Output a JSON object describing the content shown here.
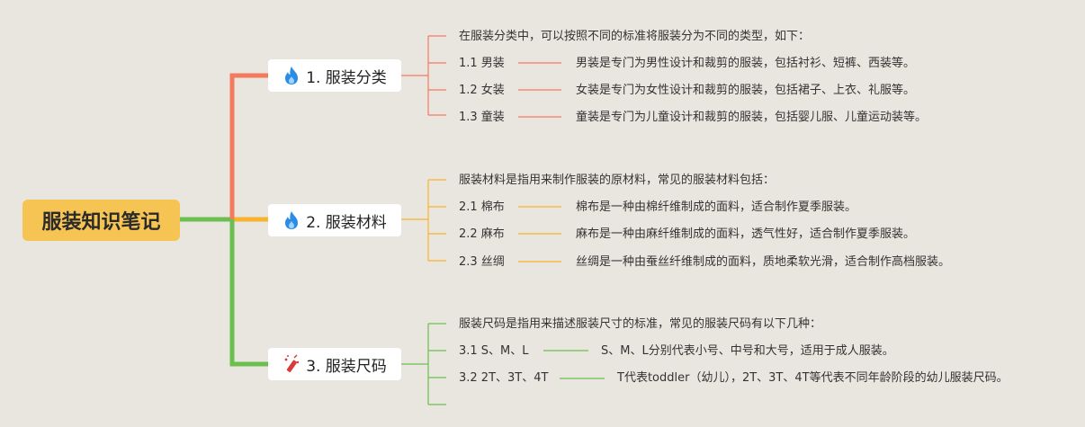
{
  "root": {
    "label": "服装知识笔记"
  },
  "branches": [
    {
      "label": "1. 服装分类",
      "icon": "fire-icon",
      "color": "#f47a5e",
      "intro": "在服装分类中，可以按照不同的标准将服装分为不同的类型，如下：",
      "items": [
        {
          "label": "1.1 男装",
          "desc": "男装是专门为男性设计和裁剪的服装，包括衬衫、短裤、西装等。"
        },
        {
          "label": "1.2 女装",
          "desc": "女装是专门为女性设计和裁剪的服装，包括裙子、上衣、礼服等。"
        },
        {
          "label": "1.3 童装",
          "desc": "童装是专门为儿童设计和裁剪的服装，包括婴儿服、儿童运动装等。"
        }
      ]
    },
    {
      "label": "2. 服装材料",
      "icon": "fire-icon",
      "color": "#f7b42c",
      "intro": "服装材料是指用来制作服装的原材料，常见的服装材料包括：",
      "items": [
        {
          "label": "2.1 棉布",
          "desc": "棉布是一种由棉纤维制成的面料，适合制作夏季服装。"
        },
        {
          "label": "2.2 麻布",
          "desc": "麻布是一种由麻纤维制成的面料，透气性好，适合制作夏季服装。"
        },
        {
          "label": "2.3 丝绸",
          "desc": "丝绸是一种由蚕丝纤维制成的面料，质地柔软光滑，适合制作高档服装。"
        }
      ]
    },
    {
      "label": "3. 服装尺码",
      "icon": "firecracker-icon",
      "color": "#6bbf4e",
      "intro": "服装尺码是指用来描述服装尺寸的标准，常见的服装尺码有以下几种：",
      "items": [
        {
          "label": "3.1 S、M、L",
          "desc": "S、M、L分别代表小号、中号和大号，适用于成人服装。"
        },
        {
          "label": "3.2 2T、3T、4T",
          "desc": "T代表toddler（幼儿），2T、3T、4T等代表不同年龄阶段的幼儿服装尺码。"
        }
      ]
    }
  ]
}
